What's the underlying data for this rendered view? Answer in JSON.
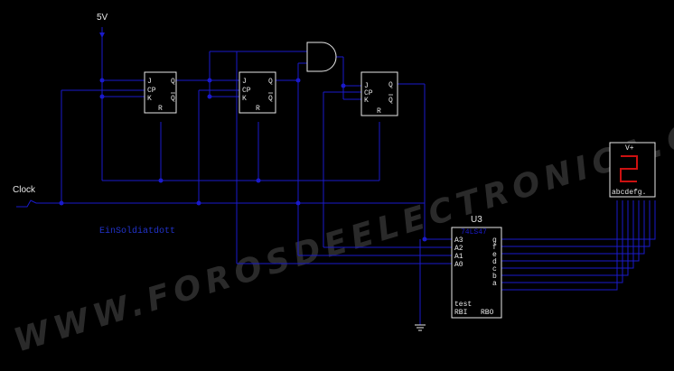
{
  "labels": {
    "supply": "5V",
    "clock": "Clock",
    "counter_name": "EinSoldiatdott",
    "decoder_ref": "U3",
    "decoder_part": "74LS47",
    "display_supply": "V+",
    "display_segments": "abcdefg.",
    "display_digit": "2",
    "watermark": "WWW.FOROSDEELECTRONICA.COM"
  },
  "flipflop_pins": {
    "j": "J",
    "cp": "CP",
    "k": "K",
    "r": "R",
    "q": "Q",
    "qbar": "Q"
  },
  "decoder_inputs": [
    "A3",
    "A2",
    "A1",
    "A0"
  ],
  "decoder_outputs": [
    "g",
    "f",
    "e",
    "d",
    "c",
    "b",
    "a"
  ],
  "decoder_bottom": {
    "test": "test",
    "rbi": "RBI",
    "rbo": "RBO"
  },
  "colors": {
    "background": "#000000",
    "wire": "#1a1acc",
    "component": "#e8e8e8",
    "display": "#cc1111",
    "watermark": "#2a2a2a"
  }
}
